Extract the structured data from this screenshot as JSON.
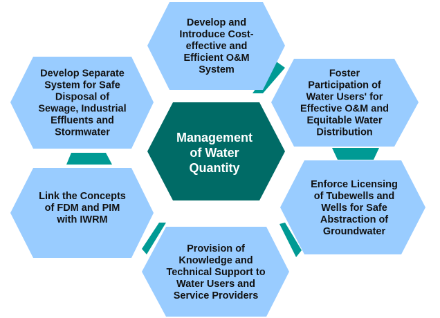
{
  "colors": {
    "hex_fill": "#99ccff",
    "center_fill": "#006b66",
    "connector_fill": "#009a94"
  },
  "center": {
    "lines": [
      "Management",
      "of Water",
      "Quantity"
    ]
  },
  "nodes": [
    {
      "id": "top",
      "lines": [
        "Develop and",
        "Introduce Cost-",
        "effective and",
        "Efficient O&M",
        "System"
      ]
    },
    {
      "id": "upper-right",
      "lines": [
        "Foster",
        "Participation of",
        "Water Users' for",
        "Effective O&M and",
        "Equitable Water",
        "Distribution"
      ]
    },
    {
      "id": "lower-right",
      "lines": [
        "Enforce Licensing",
        "of Tubewells and",
        "Wells for Safe",
        "Abstraction of",
        "Groundwater"
      ]
    },
    {
      "id": "bottom",
      "lines": [
        "Provision of",
        "Knowledge and",
        "Technical Support to",
        "Water Users and",
        "Service Providers"
      ]
    },
    {
      "id": "lower-left",
      "lines": [
        "Link the Concepts",
        "of FDM and PIM",
        "with IWRM"
      ]
    },
    {
      "id": "upper-left",
      "lines": [
        "Develop Separate",
        "System for Safe",
        "Disposal of",
        "Sewage, Industrial",
        "Effluents and",
        "Stormwater"
      ]
    }
  ]
}
